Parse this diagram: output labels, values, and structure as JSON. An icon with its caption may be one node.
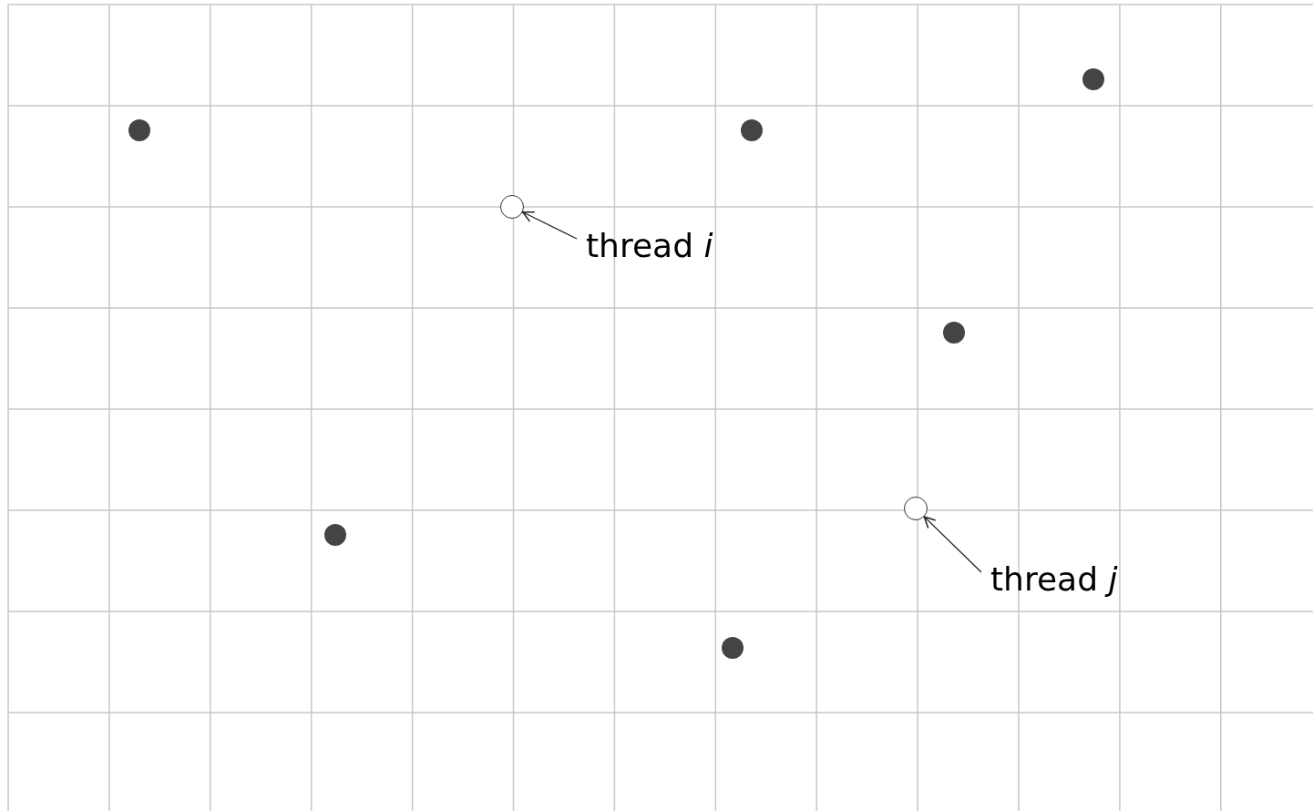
{
  "diagram": {
    "nodes": [
      {
        "text": [],
        "shape": "dot"
      },
      {
        "text": [],
        "shape": "dot"
      },
      {
        "text": [],
        "shape": "dot"
      },
      {
        "text": [],
        "shape": "circle"
      },
      {
        "text": [
          "thread *i*"
        ]
      },
      {
        "text": [],
        "shape": "dot"
      },
      {
        "text": [],
        "shape": "dot"
      },
      {
        "text": [],
        "shape": "circle"
      },
      {
        "text": [
          "thread *j*"
        ]
      },
      {
        "text": [],
        "shape": "dot"
      }
    ],
    "edges": [
      {
        "from": 4,
        "to": 3,
        "arrow": "to"
      },
      {
        "from": 8,
        "to": 7,
        "arrow": "to"
      }
    ]
  }
}
